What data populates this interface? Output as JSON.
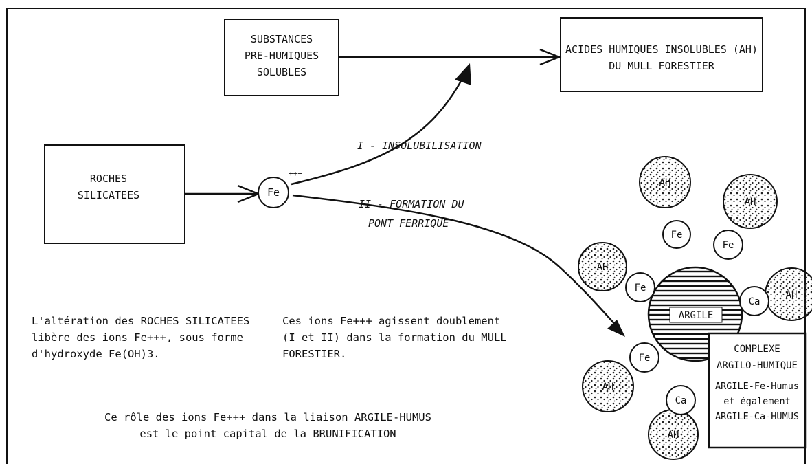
{
  "boxes": {
    "substances": [
      "SUBSTANCES",
      "PRE-HUMIQUES",
      "SOLUBLES"
    ],
    "acides": [
      "ACIDES HUMIQUES INSOLUBLES (AH)",
      "DU MULL FORESTIER"
    ],
    "roches": [
      "ROCHES",
      "SILICATEES"
    ],
    "complexe": [
      "COMPLEXE",
      "ARGILO-HUMIQUE",
      "ARGILE-Fe-Humus",
      "et également",
      "ARGILE-Ca-HUMUS"
    ]
  },
  "fe_node": {
    "label": "Fe",
    "charge": "+++"
  },
  "paths": {
    "insolubilisation": "I - INSOLUBILISATION",
    "formation": [
      "II - FORMATION DU",
      "PONT FERRIQUE"
    ]
  },
  "cluster": {
    "center": "ARGILE",
    "humus": "AH",
    "fe": "Fe",
    "ca": "Ca"
  },
  "notes": {
    "alteration": [
      "L'altération des ROCHES SILICATEES",
      "libère des ions Fe+++, sous forme",
      "d'hydroxyde Fe(OH)3."
    ],
    "ions": [
      "Ces ions Fe+++ agissent doublement",
      "(I et II) dans la formation du MULL",
      "FORESTIER."
    ],
    "role": [
      "Ce rôle des ions Fe+++ dans la liaison ARGILE-HUMUS",
      "est le point capital de la BRUNIFICATION"
    ]
  }
}
